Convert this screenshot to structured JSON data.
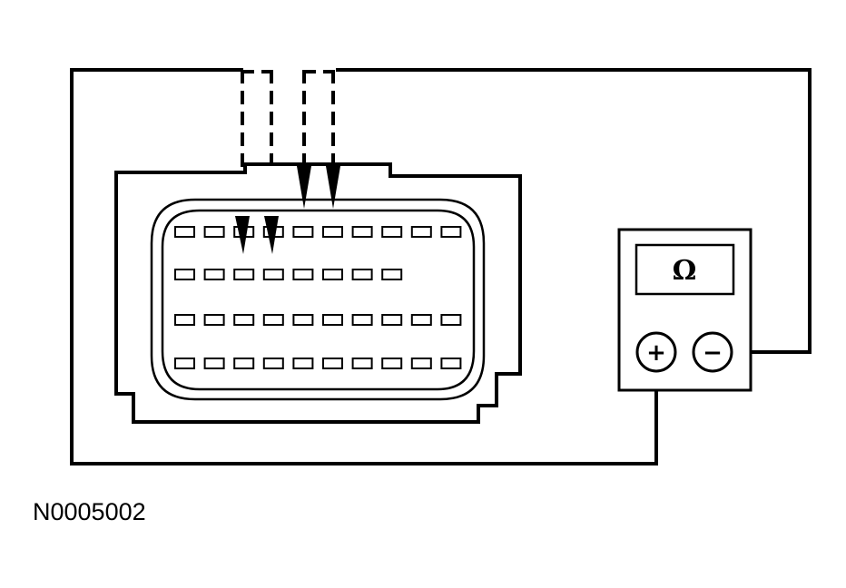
{
  "figure": {
    "reference_code": "N0005002"
  },
  "meter": {
    "display_symbol": "Ω",
    "positive_label": "+",
    "negative_label": "−"
  },
  "connector": {
    "pin_rows": [
      10,
      8,
      10,
      10
    ],
    "probed_pins": [
      {
        "row": 1,
        "col": 3
      },
      {
        "row": 1,
        "col": 4
      },
      {
        "row": 0,
        "col": 5
      },
      {
        "row": 0,
        "col": 6
      }
    ]
  }
}
